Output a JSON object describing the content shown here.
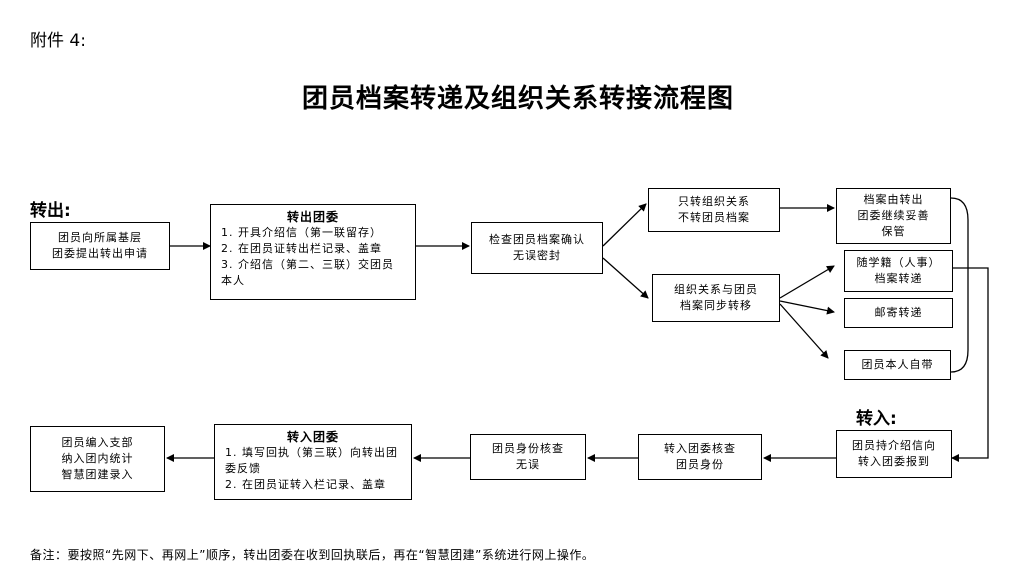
{
  "header": {
    "attachment": "附件 4:",
    "title": "团员档案转递及组织关系转接流程图"
  },
  "sections": {
    "out_label": "转出:",
    "in_label": "转入:"
  },
  "boxes": {
    "apply": {
      "lines": [
        "团员向所属基层",
        "团委提出转出申请"
      ]
    },
    "out_committee": {
      "title": "转出团委",
      "items": [
        "1. 开具介绍信（第一联留存）",
        "2. 在团员证转出栏记录、盖章",
        "3. 介绍信（第二、三联）交团员本人"
      ]
    },
    "check": {
      "lines": [
        "检查团员档案确认",
        "无误密封"
      ]
    },
    "org_only": {
      "lines": [
        "只转组织关系",
        "不转团员档案"
      ]
    },
    "keep": {
      "lines": [
        "档案由转出",
        "团委继续妥善",
        "保管"
      ]
    },
    "sync": {
      "lines": [
        "组织关系与团员",
        "档案同步转移"
      ]
    },
    "hr": {
      "lines": [
        "随学籍（人事）",
        "档案转递"
      ]
    },
    "mail": {
      "lines": [
        "邮寄转递"
      ]
    },
    "self": {
      "lines": [
        "团员本人自带"
      ]
    },
    "report": {
      "lines": [
        "团员持介绍信向",
        "转入团委报到"
      ]
    },
    "verify": {
      "lines": [
        "转入团委核查",
        "团员身份"
      ]
    },
    "ok": {
      "lines": [
        "团员身份核查",
        "无误"
      ]
    },
    "in_committee": {
      "title": "转入团委",
      "items": [
        "1. 填写回执（第三联）向转出团委反馈",
        "2. 在团员证转入栏记录、盖章"
      ]
    },
    "enroll": {
      "lines": [
        "团员编入支部",
        "纳入团内统计",
        "智慧团建录入"
      ]
    }
  },
  "footer": {
    "note": "备注：要按照“先网下、再网上”顺序，转出团委在收到回执联后，再在“智慧团建”系统进行网上操作。"
  }
}
